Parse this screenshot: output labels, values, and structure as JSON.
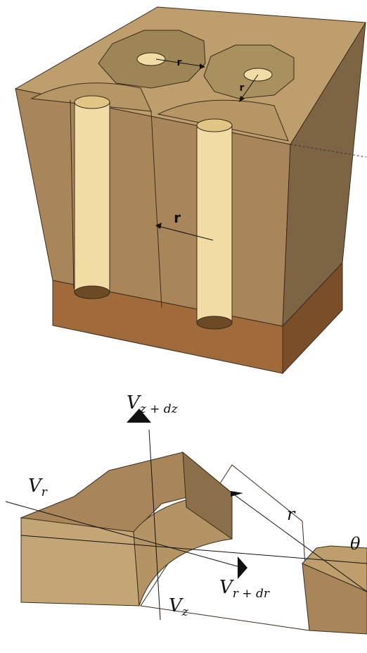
{
  "top_figure": {
    "radius_labels": [
      "r",
      "r",
      "r"
    ]
  },
  "bottom_figure": {
    "labels": {
      "v_z_dz": "V_{z + dz}",
      "v_r": "V_r",
      "r": "r",
      "theta": "θ",
      "v_z": "V_z",
      "v_r_dr": "V_{r + dr}"
    }
  },
  "colors": {
    "block_front": "#a8865a",
    "block_right": "#7d6444",
    "block_top": "#bf9e6d",
    "base_layer": "#a06a3a",
    "well": "#f2dca5",
    "influence_zone": "#9d8556",
    "stroke": "#3a2c1c"
  }
}
